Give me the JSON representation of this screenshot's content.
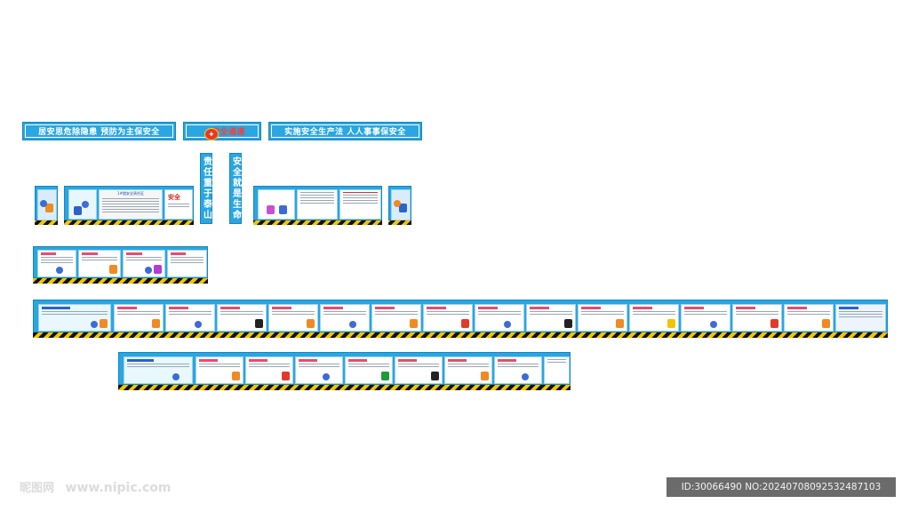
{
  "banners": {
    "left": "居安思危除隐患  预防为主保安全",
    "center": "安全通道",
    "right": "实施安全生产法  人人事事保安全"
  },
  "vertical": {
    "left": "责任重于泰山",
    "right": "安全就是生命"
  },
  "panels": {
    "duty_board_title": "1#楼安全责任区",
    "duty_word": "安全"
  },
  "watermark": {
    "logo": "昵图网",
    "url": "www.nipic.com"
  },
  "id_label": "ID:30066490 NO:20240708092532487103",
  "colors": {
    "board_blue": "#2aa6e0",
    "stripe_yellow": "#f4c400",
    "stripe_black": "#111111"
  }
}
